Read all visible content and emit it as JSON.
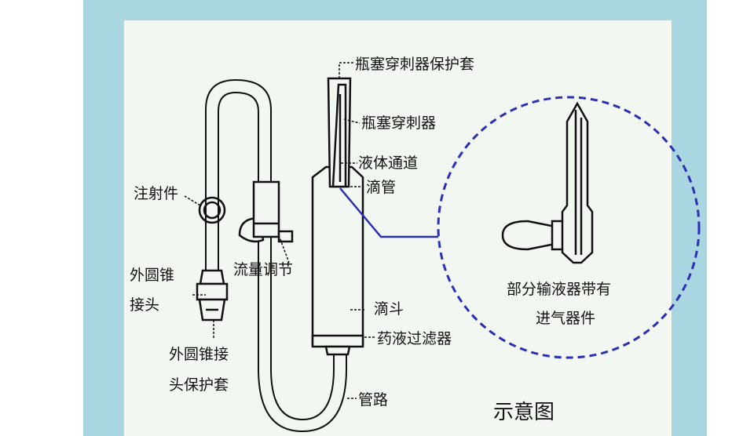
{
  "labels": {
    "spike_cover": "瓶塞穿刺器保护套",
    "spike": "瓶塞穿刺器",
    "fluid_channel": "液体通道",
    "drip_tube": "滴管",
    "injection_site": "注射件",
    "flow_regulator": "流量调节",
    "luer_connector_1": "外圆锥",
    "luer_connector_2": "接头",
    "drip_chamber": "滴斗",
    "drug_filter": "药液过滤器",
    "luer_cover_1": "外圆锥接",
    "luer_cover_2": "头保护套",
    "tubing": "管路",
    "inset_line_1": "部分输液器带有",
    "inset_line_2": "进气器件",
    "schematic": "示意图"
  },
  "colors": {
    "frame": "#a9d6e0",
    "panel": "#f3f7f2",
    "outline": "#111111",
    "inset_circle": "#2b2fb5",
    "connector_line": "#2b2fb5"
  }
}
